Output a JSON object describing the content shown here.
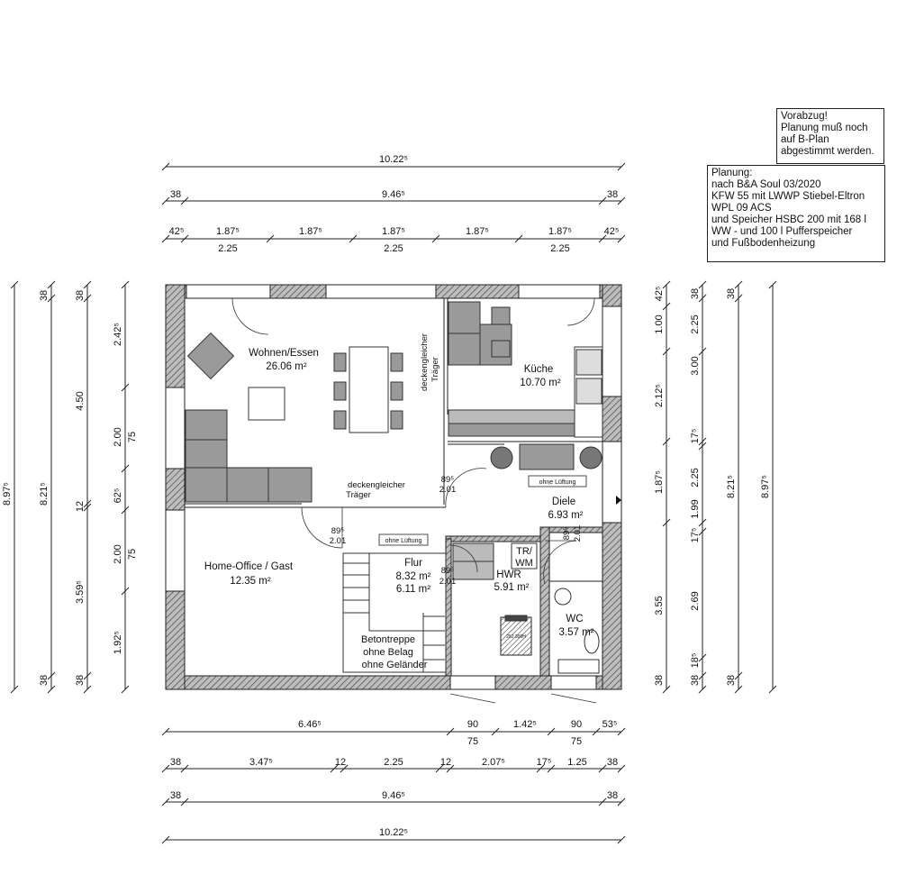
{
  "notes": {
    "draft": [
      "Vorabzug!",
      "Planung muß noch",
      "auf B-Plan",
      "abgestimmt werden."
    ],
    "planning": [
      "Planung:",
      "nach B&A Soul 03/2020",
      "KFW 55 mit LWWP Stiebel-Eltron",
      "WPL 09 ACS",
      "und Speicher HSBC 200 mit 168 l",
      "WW - und 100 l Pufferspeicher",
      "und Fußbodenheizung"
    ]
  },
  "rooms": {
    "wohnen_name": "Wohnen/Essen",
    "wohnen_area": "26.06 m²",
    "kueche_name": "Küche",
    "kueche_area": "10.70 m²",
    "office_name": "Home-Office / Gast",
    "office_area": "12.35 m²",
    "flur_name": "Flur",
    "flur_area1": "8.32 m²",
    "flur_area2": "6.11 m²",
    "hwr_name": "HWR",
    "hwr_area": "5.91 m²",
    "diele_name": "Diele",
    "diele_area": "6.93 m²",
    "wc_name": "WC",
    "wc_area": "3.57 m²"
  },
  "labels": {
    "traeger_1": "deckengleicher",
    "traeger_2": "Träger",
    "traeger_v1": "deckengleicher",
    "traeger_v2": "Träger",
    "ohne_lueftung_1": "ohne Lüftung",
    "ohne_lueftung_2": "ohne Lüftung",
    "tr_wm_1": "TR/",
    "tr_wm_2": "WM",
    "treppe_1": "Betontreppe",
    "treppe_2": "ohne Belag",
    "treppe_3": "ohne Geländer",
    "door_1a": "89⁵",
    "door_1b": "2.01",
    "door_2a": "89⁵",
    "door_2b": "2.01",
    "door_3a": "89⁵",
    "door_3b": "2.01",
    "door_4a": "89⁵",
    "door_4b": "2.01"
  },
  "dims": {
    "top_overall": "10.22⁵",
    "top_inner_left": "38",
    "top_inner": "9.46⁵",
    "top_inner_right": "38",
    "top_seg_a": "42⁵",
    "top_seg_b": "1.87⁵",
    "top_seg_c": "1.87⁵",
    "top_seg_d": "1.87⁵",
    "top_seg_e": "1.87⁵",
    "top_seg_f": "1.87⁵",
    "top_seg_g": "42⁵",
    "top_lower_1": "2.25",
    "top_lower_2": "2.25",
    "top_lower_3": "2.25",
    "bot_1_a": "6.46⁵",
    "bot_1_b": "90",
    "bot_1_c": "1.42⁵",
    "bot_1_d": "90",
    "bot_1_e": "53⁵",
    "bot_1_sub_b": "75",
    "bot_1_sub_d": "75",
    "bot_2_a": "38",
    "bot_2_b": "3.47⁵",
    "bot_2_c": "12",
    "bot_2_d": "2.25",
    "bot_2_e": "12",
    "bot_2_f": "2.07⁵",
    "bot_2_g": "17⁵",
    "bot_2_h": "1.25",
    "bot_2_i": "38",
    "bot_3_a": "38",
    "bot_3_b": "9.46⁵",
    "bot_3_c": "38",
    "bot_4": "10.22⁵",
    "left_overall": "8.97⁵",
    "left_2_a": "38",
    "left_2_b": "8.21⁵",
    "left_2_c": "38",
    "left_3_a": "38",
    "left_3_b": "4.50",
    "left_3_c": "12",
    "left_3_d": "3.59⁵",
    "left_3_e": "38",
    "left_4_a": "2.42⁵",
    "left_4_b": "2.00",
    "left_4_c": "62⁵",
    "left_4_d": "2.00",
    "left_4_e": "1.92⁵",
    "left_4_sub_1": "75",
    "left_4_sub_2": "75",
    "right_1_a": "42⁵",
    "right_1_b": "1.00",
    "right_1_c": "2.12⁵",
    "right_1_d": "1.87⁵",
    "right_1_e": "3.55",
    "right_1_f": "38",
    "right_2_a": "38",
    "right_2_b": "2.25",
    "right_2_c": "3.00",
    "right_2_d": "17⁵",
    "right_2_e": "2.25",
    "right_2_f": "1.99",
    "right_2_g": "17⁵",
    "right_2_h": "2.69",
    "right_2_i": "18⁵",
    "right_2_j": "38",
    "right_3_a": "38",
    "right_3_b": "8.21⁵",
    "right_3_c": "38",
    "right_4": "8.97⁵"
  },
  "appliances": {
    "tank_label": "252 300H"
  }
}
